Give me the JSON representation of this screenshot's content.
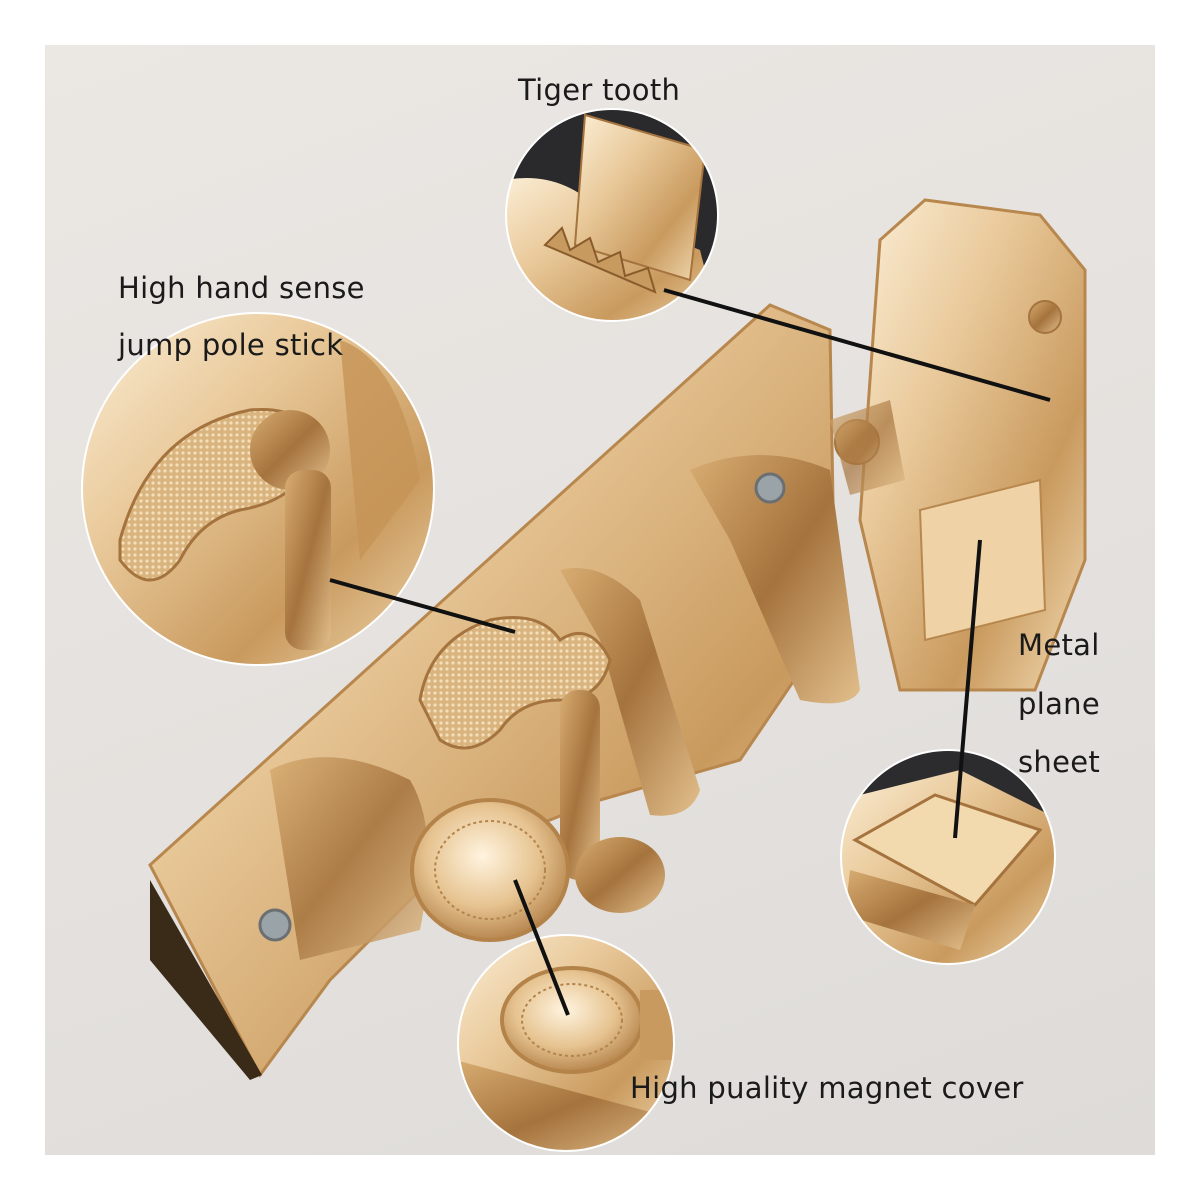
{
  "callouts": {
    "tiger_tooth": "Tiger tooth",
    "jump_pole": [
      "High hand sense",
      "jump pole stick"
    ],
    "metal_plane": [
      "Metal",
      "plane",
      "sheet"
    ],
    "magnet_cover": "High puality magnet cover"
  },
  "colors": {
    "gold_light": "#f6e2c0",
    "gold_mid": "#d9b07c",
    "gold_dark": "#9a6a36",
    "leader_line": "#111111",
    "background": "#e8e4e0"
  }
}
